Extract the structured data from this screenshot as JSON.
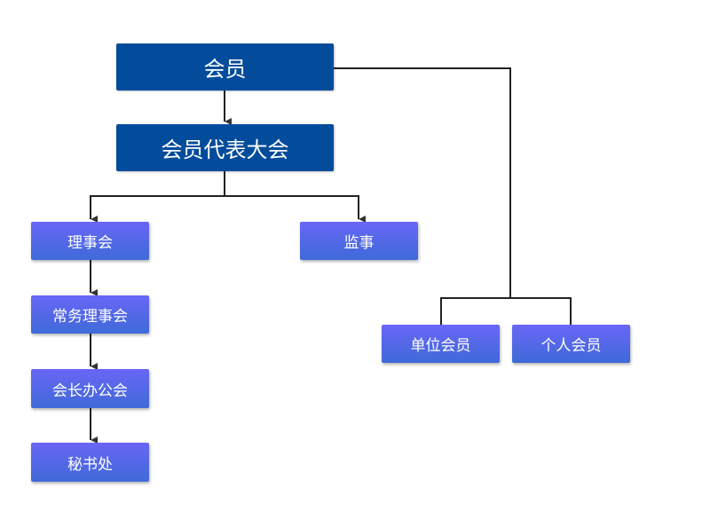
{
  "nodes": {
    "member": "会员",
    "congress": "会员代表大会",
    "council": "理事会",
    "supervisor": "监事",
    "standing_council": "常务理事会",
    "president_office": "会长办公会",
    "secretariat": "秘书处",
    "unit_member": "单位会员",
    "individual_member": "个人会员"
  },
  "colors": {
    "top_node": "#034c9b",
    "sub_node_top": "#6966f6",
    "sub_node_bottom": "#3f6ad8",
    "connector": "#222222"
  }
}
